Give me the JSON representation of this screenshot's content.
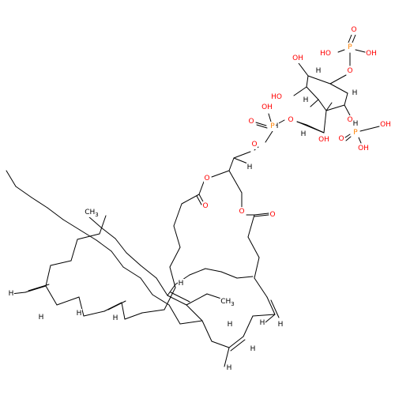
{
  "colors": {
    "bond": "#000000",
    "oxygen": "#ff0000",
    "phosphorus": "#ff8000",
    "hydrogen": "#000000",
    "carbon": "#000000"
  },
  "labels": [
    {
      "id": "p-top",
      "text": "P",
      "el": "P"
    },
    {
      "id": "ho-p-top",
      "text": "HO",
      "el": "O"
    },
    {
      "id": "oh-p-top",
      "text": "OH",
      "el": "O"
    },
    {
      "id": "o-p-top-dbl",
      "text": "O",
      "el": "O"
    },
    {
      "id": "o-ring-top",
      "text": "O",
      "el": "O"
    },
    {
      "id": "oh-ring-1",
      "text": "OH",
      "el": "O"
    },
    {
      "id": "h-ring-1",
      "text": "H",
      "el": "H"
    },
    {
      "id": "h-ring-2",
      "text": "H",
      "el": "H"
    },
    {
      "id": "oh-ring-2",
      "text": "HO",
      "el": "O"
    },
    {
      "id": "h-ring-3",
      "text": "H",
      "el": "H"
    },
    {
      "id": "h-ring-4",
      "text": "H",
      "el": "H"
    },
    {
      "id": "o-ring-right",
      "text": "O",
      "el": "O"
    },
    {
      "id": "p-right",
      "text": "P",
      "el": "P"
    },
    {
      "id": "oh-p-right-1",
      "text": "OH",
      "el": "O"
    },
    {
      "id": "o-p-right-dbl",
      "text": "O",
      "el": "O"
    },
    {
      "id": "oh-p-right-2",
      "text": "OH",
      "el": "O"
    },
    {
      "id": "h-ring-5",
      "text": "H",
      "el": "H"
    },
    {
      "id": "oh-ring-3",
      "text": "OH",
      "el": "O"
    },
    {
      "id": "h-ring-6",
      "text": "H",
      "el": "H"
    },
    {
      "id": "o-ring-left",
      "text": "O",
      "el": "O"
    },
    {
      "id": "p-mid",
      "text": "P",
      "el": "P"
    },
    {
      "id": "oh-p-mid",
      "text": "OH",
      "el": "O"
    },
    {
      "id": "o-p-mid-dbl",
      "text": "O",
      "el": "O"
    },
    {
      "id": "o-glycerol-1",
      "text": "O",
      "el": "O"
    },
    {
      "id": "h-glycerol",
      "text": "H",
      "el": "H"
    },
    {
      "id": "o-ester-1",
      "text": "O",
      "el": "O"
    },
    {
      "id": "o-ester-1-dbl",
      "text": "O",
      "el": "O"
    },
    {
      "id": "o-ester-2",
      "text": "O",
      "el": "O"
    },
    {
      "id": "o-ester-2-dbl",
      "text": "O",
      "el": "O"
    },
    {
      "id": "ch3-top",
      "text": "CH",
      "el": "C",
      "sub": "3"
    },
    {
      "id": "ch3-bottom",
      "text": "CH",
      "el": "C",
      "sub": "3"
    },
    {
      "id": "h-db-1",
      "text": "H",
      "el": "H"
    },
    {
      "id": "h-db-2",
      "text": "H",
      "el": "H"
    },
    {
      "id": "h-db-3",
      "text": "H",
      "el": "H"
    },
    {
      "id": "h-db-4",
      "text": "H",
      "el": "H"
    },
    {
      "id": "h-db-5",
      "text": "H",
      "el": "H"
    },
    {
      "id": "h-db-6",
      "text": "H",
      "el": "H"
    },
    {
      "id": "h-db-7",
      "text": "H",
      "el": "H"
    },
    {
      "id": "h-db-8",
      "text": "H",
      "el": "H"
    },
    {
      "id": "h-db-9",
      "text": "H",
      "el": "H"
    },
    {
      "id": "h-db-10",
      "text": "H",
      "el": "H"
    }
  ]
}
